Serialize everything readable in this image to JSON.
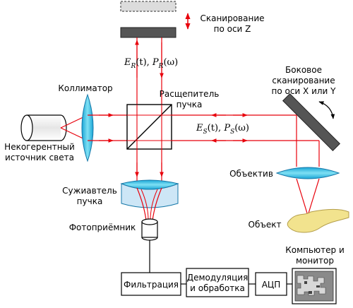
{
  "labels": {
    "scan_z_line1": "Сканирование",
    "scan_z_line2": "по оси Z",
    "collimator": "Коллиматор",
    "splitter_line1": "Расщепитель",
    "splitter_line2": "пучка",
    "side_scan_line1": "Боковое",
    "side_scan_line2": "сканирование",
    "side_scan_line3": "по оси X или Y",
    "source_line1": "Некогерентный",
    "source_line2": "источник света",
    "objective": "Объектив",
    "narrower_line1": "Сужиавтель",
    "narrower_line2": "пучка",
    "object": "Объект",
    "photodetector": "Фотоприёмник",
    "computer_line1": "Компьютер и",
    "computer_line2": "монитор"
  },
  "formulas": {
    "reference": {
      "e": "E",
      "e_sub": "R",
      "e_arg": "(t), ",
      "p": "P",
      "p_sub": "R",
      "p_arg": "(ω)"
    },
    "sample": {
      "e": "E",
      "e_sub": "S",
      "e_arg": "(t), ",
      "p": "P",
      "p_sub": "S",
      "p_arg": "(ω)"
    }
  },
  "blocks": {
    "filtering": "Фильтрация",
    "demod_line1": "Демодуляция",
    "demod_line2": "и обработка",
    "adc": "АЦП"
  },
  "colors": {
    "beam": "#e8000b",
    "lens_fill": "#36c6e8",
    "lens_stroke": "#1577a8",
    "mirror": "#555555",
    "object_fill": "#f2e38e",
    "object_stroke": "#b49e4a"
  }
}
